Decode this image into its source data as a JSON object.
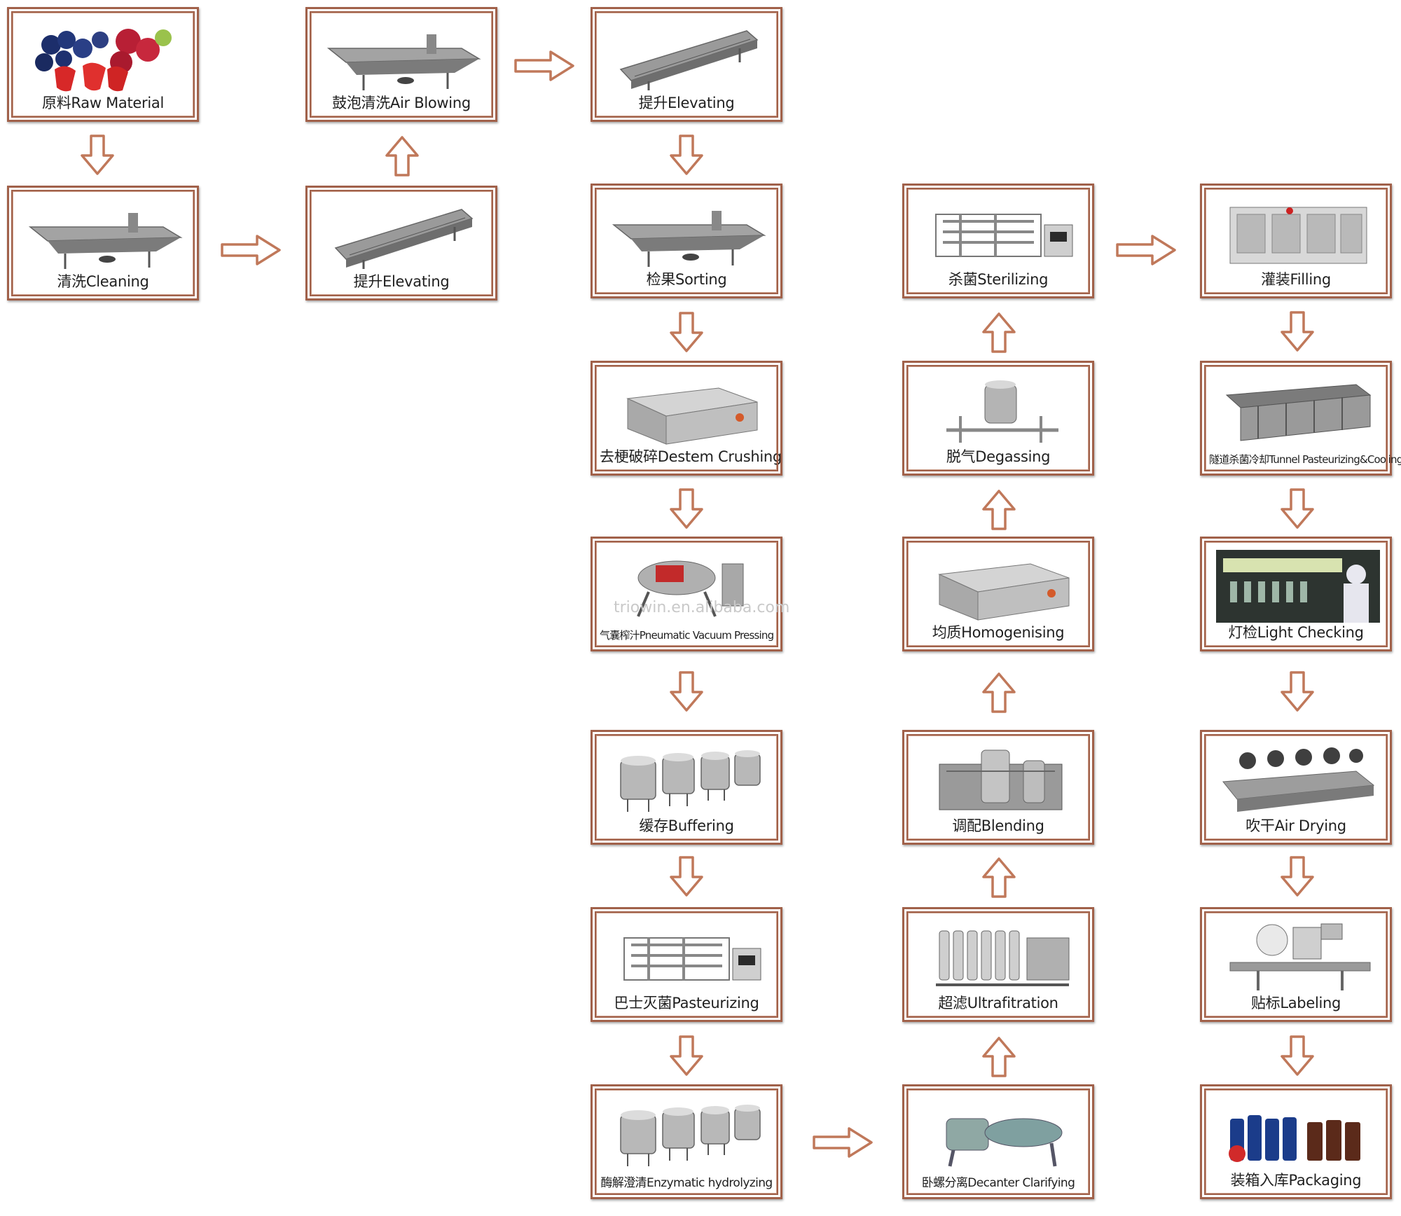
{
  "watermark": "triowin.en.alibaba.com",
  "colors": {
    "border": "#a1614a",
    "arrow": "#c0785a"
  },
  "steps": {
    "raw_material": "原料Raw Material",
    "air_blowing": "鼓泡清洗Air Blowing",
    "elevating_2": "提升Elevating",
    "cleaning": "清洗Cleaning",
    "elevating_1": "提升Elevating",
    "sorting": "检果Sorting",
    "destem": "去梗破碎Destem Crushing",
    "pneumatic": "气囊榨汁Pneumatic Vacuum Pressing",
    "buffering": "缓存Buffering",
    "pasteurizing": "巴士灭菌Pasteurizing",
    "enzymatic": "酶解澄清Enzymatic hydrolyzing",
    "decanter": "卧螺分离Decanter Clarifying",
    "ultrafiltration": "超滤Ultrafitration",
    "blending": "调配Blending",
    "homogenising": "均质Homogenising",
    "degassing": "脱气Degassing",
    "sterilizing": "杀菌Sterilizing",
    "filling": "灌装Filling",
    "tunnel": "隧道杀菌冷却Tunnel Pasteurizing&Cooling",
    "light_checking": "灯检Light Checking",
    "air_drying": "吹干Air Drying",
    "labeling": "贴标Labeling",
    "packaging": "装箱入库Packaging"
  }
}
